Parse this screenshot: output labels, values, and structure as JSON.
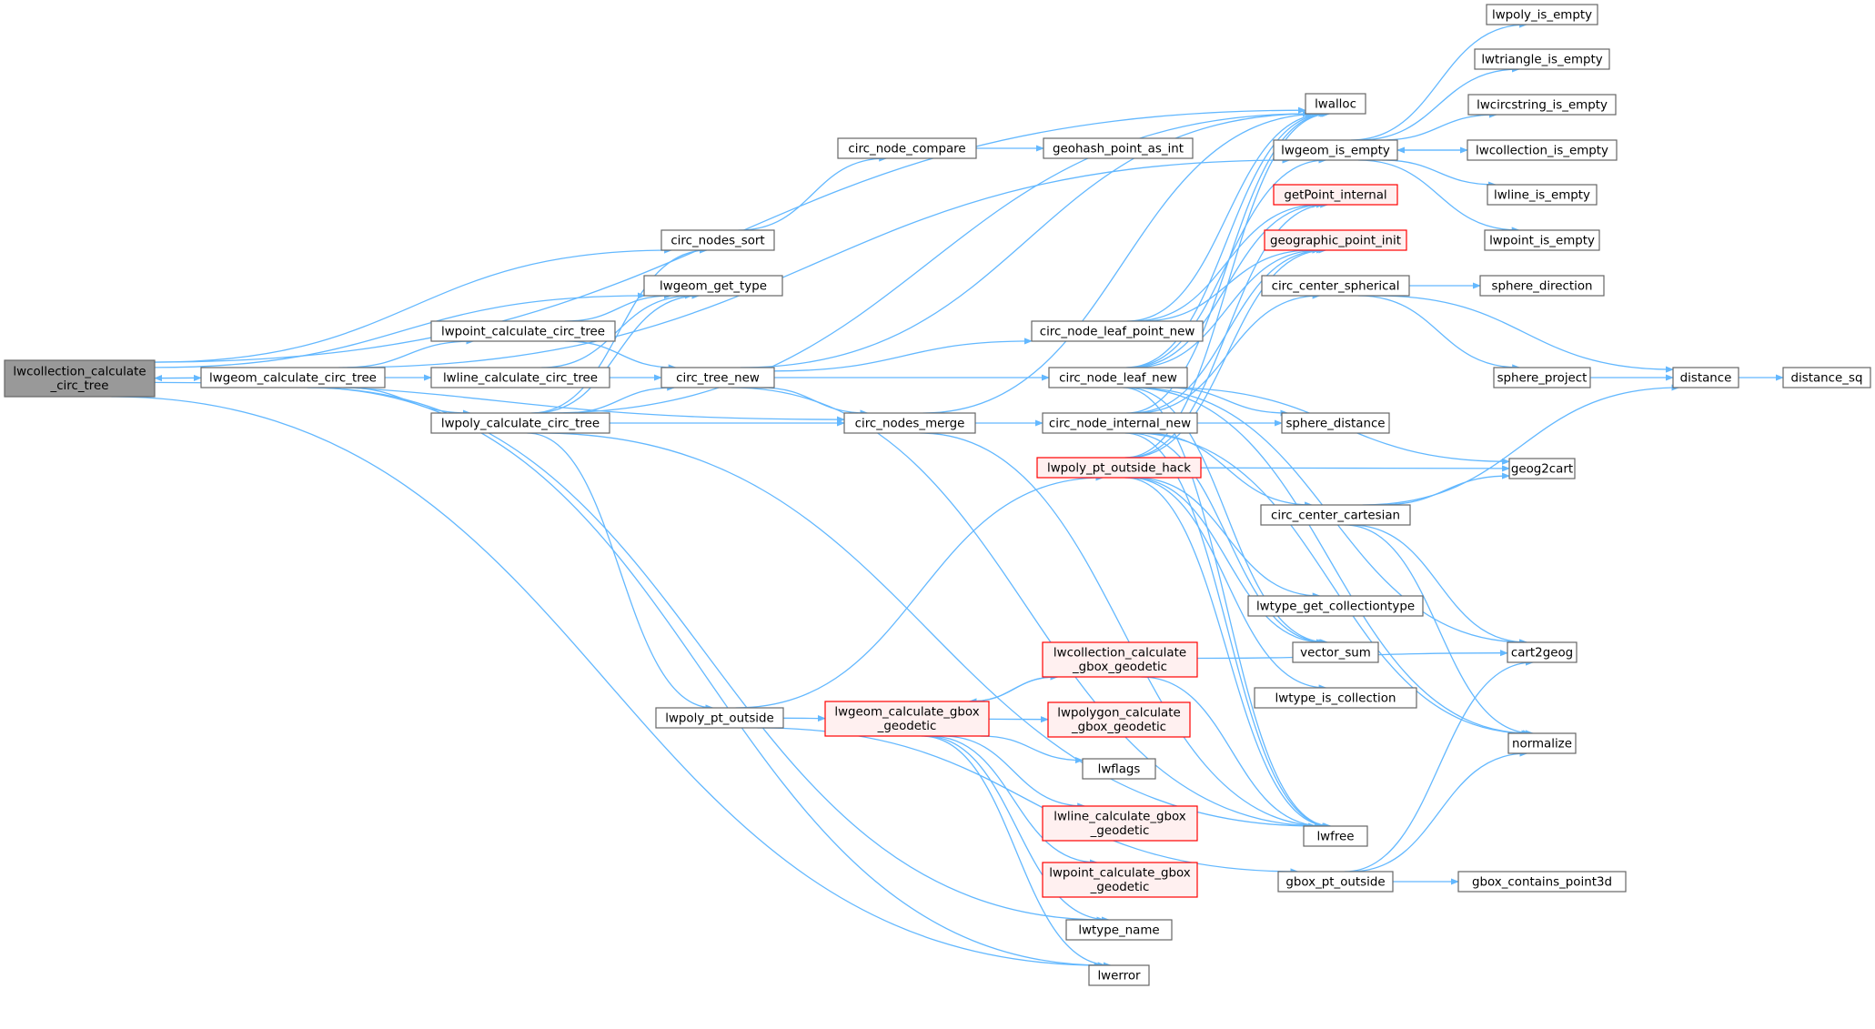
{
  "edge_color": "#63b8ff",
  "node_border": "#666666",
  "root_fill": "#999999",
  "highlight_border": "#ff0000",
  "highlight_fill": "#fff0f0",
  "nodes": [
    {
      "id": "n0",
      "lines": [
        "lwcollection_calculate",
        "_circ_tree"
      ],
      "style": "root"
    },
    {
      "id": "n1",
      "lines": [
        "lwgeom_calculate_circ_tree"
      ]
    },
    {
      "id": "n2",
      "lines": [
        "lwpoint_calculate_circ_tree"
      ]
    },
    {
      "id": "n3",
      "lines": [
        "lwline_calculate_circ_tree"
      ]
    },
    {
      "id": "n4",
      "lines": [
        "lwpoly_calculate_circ_tree"
      ]
    },
    {
      "id": "n5",
      "lines": [
        "circ_nodes_sort"
      ]
    },
    {
      "id": "n6",
      "lines": [
        "lwgeom_get_type"
      ]
    },
    {
      "id": "n7",
      "lines": [
        "circ_tree_new"
      ]
    },
    {
      "id": "n8",
      "lines": [
        "circ_nodes_merge"
      ]
    },
    {
      "id": "n9",
      "lines": [
        "lwpoly_pt_outside"
      ]
    },
    {
      "id": "n10",
      "lines": [
        "circ_node_compare"
      ]
    },
    {
      "id": "n11",
      "lines": [
        "geohash_point_as_int"
      ]
    },
    {
      "id": "n12",
      "lines": [
        "circ_node_leaf_point_new"
      ]
    },
    {
      "id": "n13",
      "lines": [
        "circ_node_leaf_new"
      ]
    },
    {
      "id": "n14",
      "lines": [
        "circ_node_internal_new"
      ]
    },
    {
      "id": "n15",
      "lines": [
        "lwpoly_pt_outside_hack"
      ],
      "style": "red"
    },
    {
      "id": "n16",
      "lines": [
        "lwgeom_calculate_gbox",
        "_geodetic"
      ],
      "style": "red"
    },
    {
      "id": "n17",
      "lines": [
        "lwcollection_calculate",
        "_gbox_geodetic"
      ],
      "style": "red"
    },
    {
      "id": "n18",
      "lines": [
        "lwpolygon_calculate",
        "_gbox_geodetic"
      ],
      "style": "red"
    },
    {
      "id": "n19",
      "lines": [
        "lwflags"
      ]
    },
    {
      "id": "n20",
      "lines": [
        "lwline_calculate_gbox",
        "_geodetic"
      ],
      "style": "red"
    },
    {
      "id": "n21",
      "lines": [
        "lwpoint_calculate_gbox",
        "_geodetic"
      ],
      "style": "red"
    },
    {
      "id": "n22",
      "lines": [
        "lwtype_name"
      ]
    },
    {
      "id": "n23",
      "lines": [
        "lwerror"
      ]
    },
    {
      "id": "n24",
      "lines": [
        "lwalloc"
      ]
    },
    {
      "id": "n25",
      "lines": [
        "lwgeom_is_empty"
      ]
    },
    {
      "id": "n26",
      "lines": [
        "getPoint_internal"
      ],
      "style": "red"
    },
    {
      "id": "n27",
      "lines": [
        "geographic_point_init"
      ],
      "style": "red"
    },
    {
      "id": "n28",
      "lines": [
        "circ_center_spherical"
      ]
    },
    {
      "id": "n29",
      "lines": [
        "sphere_distance"
      ]
    },
    {
      "id": "n30",
      "lines": [
        "circ_center_cartesian"
      ]
    },
    {
      "id": "n31",
      "lines": [
        "lwtype_get_collectiontype"
      ]
    },
    {
      "id": "n32",
      "lines": [
        "vector_sum"
      ]
    },
    {
      "id": "n33",
      "lines": [
        "lwtype_is_collection"
      ]
    },
    {
      "id": "n34",
      "lines": [
        "lwfree"
      ]
    },
    {
      "id": "n35",
      "lines": [
        "gbox_pt_outside"
      ]
    },
    {
      "id": "n36",
      "lines": [
        "lwpoly_is_empty"
      ]
    },
    {
      "id": "n37",
      "lines": [
        "lwtriangle_is_empty"
      ]
    },
    {
      "id": "n38",
      "lines": [
        "lwcircstring_is_empty"
      ]
    },
    {
      "id": "n39",
      "lines": [
        "lwcollection_is_empty"
      ]
    },
    {
      "id": "n40",
      "lines": [
        "lwline_is_empty"
      ]
    },
    {
      "id": "n41",
      "lines": [
        "lwpoint_is_empty"
      ]
    },
    {
      "id": "n42",
      "lines": [
        "sphere_direction"
      ]
    },
    {
      "id": "n43",
      "lines": [
        "sphere_project"
      ]
    },
    {
      "id": "n44",
      "lines": [
        "geog2cart"
      ]
    },
    {
      "id": "n45",
      "lines": [
        "cart2geog"
      ]
    },
    {
      "id": "n46",
      "lines": [
        "normalize"
      ]
    },
    {
      "id": "n47",
      "lines": [
        "gbox_contains_point3d"
      ]
    },
    {
      "id": "n48",
      "lines": [
        "distance"
      ]
    },
    {
      "id": "n49",
      "lines": [
        "distance_sq"
      ]
    }
  ],
  "edges": [
    [
      "n0",
      "n1"
    ],
    [
      "n0",
      "n5"
    ],
    [
      "n0",
      "n6"
    ],
    [
      "n0",
      "n8"
    ],
    [
      "n0",
      "n24"
    ],
    [
      "n0",
      "n23"
    ],
    [
      "n1",
      "n0"
    ],
    [
      "n1",
      "n2"
    ],
    [
      "n1",
      "n3"
    ],
    [
      "n1",
      "n4"
    ],
    [
      "n1",
      "n25"
    ],
    [
      "n1",
      "n22"
    ],
    [
      "n1",
      "n23"
    ],
    [
      "n2",
      "n6"
    ],
    [
      "n2",
      "n7"
    ],
    [
      "n3",
      "n6"
    ],
    [
      "n3",
      "n7"
    ],
    [
      "n4",
      "n5"
    ],
    [
      "n4",
      "n6"
    ],
    [
      "n4",
      "n7"
    ],
    [
      "n4",
      "n8"
    ],
    [
      "n4",
      "n24"
    ],
    [
      "n4",
      "n9"
    ],
    [
      "n4",
      "n34"
    ],
    [
      "n5",
      "n10"
    ],
    [
      "n10",
      "n11"
    ],
    [
      "n7",
      "n12"
    ],
    [
      "n7",
      "n13"
    ],
    [
      "n7",
      "n8"
    ],
    [
      "n7",
      "n24"
    ],
    [
      "n7",
      "n34"
    ],
    [
      "n8",
      "n14"
    ],
    [
      "n8",
      "n24"
    ],
    [
      "n8",
      "n34"
    ],
    [
      "n9",
      "n15"
    ],
    [
      "n9",
      "n16"
    ],
    [
      "n9",
      "n35"
    ],
    [
      "n12",
      "n24"
    ],
    [
      "n12",
      "n26"
    ],
    [
      "n12",
      "n27"
    ],
    [
      "n13",
      "n24"
    ],
    [
      "n13",
      "n25"
    ],
    [
      "n13",
      "n26"
    ],
    [
      "n13",
      "n27"
    ],
    [
      "n13",
      "n29"
    ],
    [
      "n13",
      "n32"
    ],
    [
      "n13",
      "n34"
    ],
    [
      "n13",
      "n44"
    ],
    [
      "n13",
      "n45"
    ],
    [
      "n13",
      "n46"
    ],
    [
      "n14",
      "n24"
    ],
    [
      "n14",
      "n27"
    ],
    [
      "n14",
      "n28"
    ],
    [
      "n14",
      "n29"
    ],
    [
      "n14",
      "n30"
    ],
    [
      "n14",
      "n32"
    ],
    [
      "n14",
      "n34"
    ],
    [
      "n14",
      "n46"
    ],
    [
      "n15",
      "n24"
    ],
    [
      "n15",
      "n26"
    ],
    [
      "n15",
      "n27"
    ],
    [
      "n15",
      "n31"
    ],
    [
      "n15",
      "n32"
    ],
    [
      "n15",
      "n33"
    ],
    [
      "n15",
      "n34"
    ],
    [
      "n15",
      "n44"
    ],
    [
      "n16",
      "n17"
    ],
    [
      "n16",
      "n18"
    ],
    [
      "n16",
      "n19"
    ],
    [
      "n16",
      "n20"
    ],
    [
      "n16",
      "n21"
    ],
    [
      "n16",
      "n22"
    ],
    [
      "n16",
      "n23"
    ],
    [
      "n17",
      "n16"
    ],
    [
      "n17",
      "n34"
    ],
    [
      "n17",
      "n45"
    ],
    [
      "n25",
      "n36"
    ],
    [
      "n25",
      "n37"
    ],
    [
      "n25",
      "n38"
    ],
    [
      "n25",
      "n39"
    ],
    [
      "n25",
      "n40"
    ],
    [
      "n25",
      "n41"
    ],
    [
      "n39",
      "n25"
    ],
    [
      "n28",
      "n42"
    ],
    [
      "n28",
      "n43"
    ],
    [
      "n28",
      "n48"
    ],
    [
      "n43",
      "n48"
    ],
    [
      "n48",
      "n49"
    ],
    [
      "n30",
      "n44"
    ],
    [
      "n30",
      "n45"
    ],
    [
      "n30",
      "n46"
    ],
    [
      "n30",
      "n48"
    ],
    [
      "n35",
      "n45"
    ],
    [
      "n35",
      "n46"
    ],
    [
      "n35",
      "n47"
    ]
  ]
}
